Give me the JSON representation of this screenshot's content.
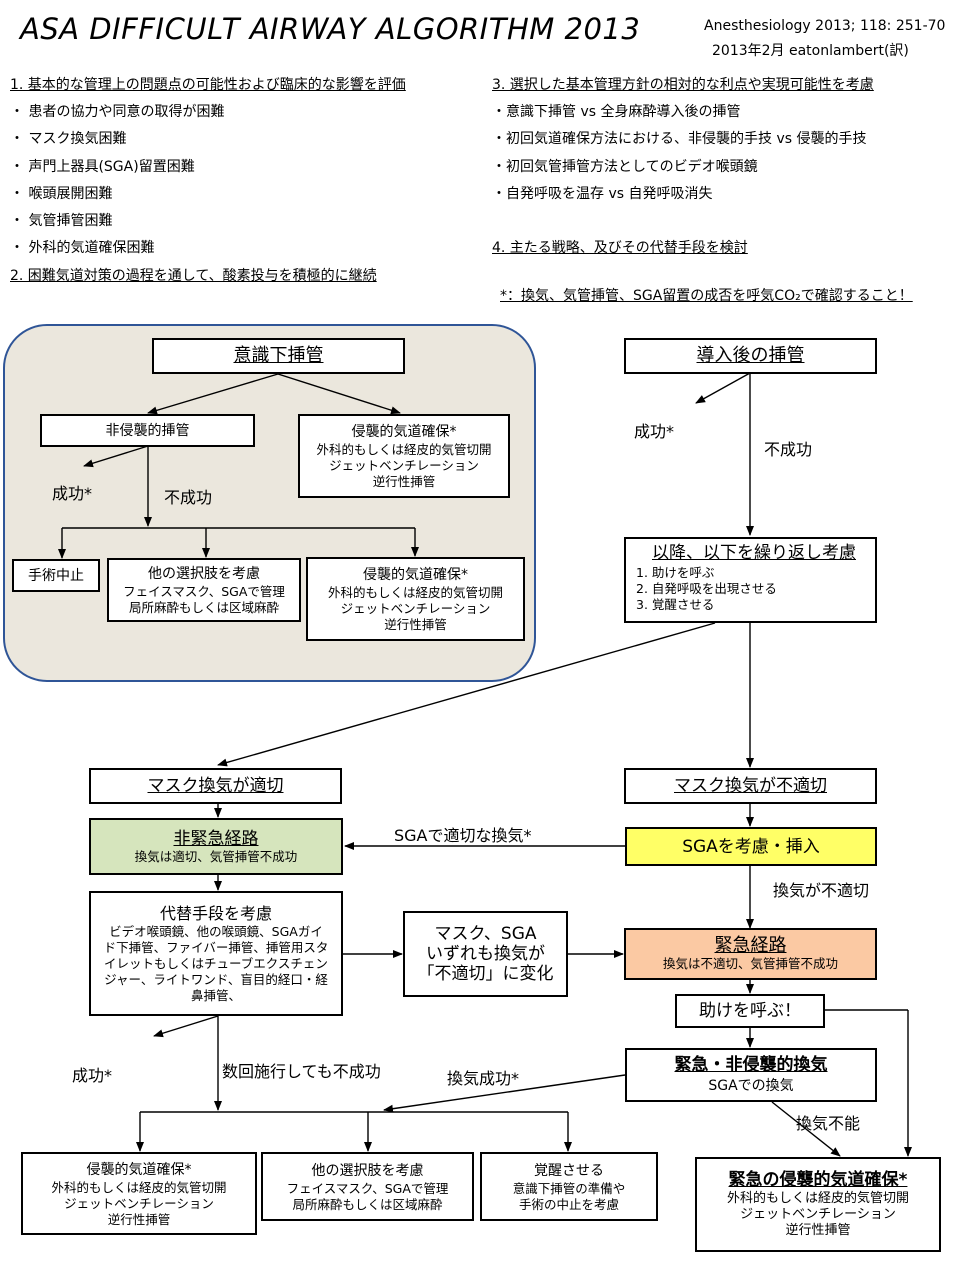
{
  "header": {
    "title": "ASA DIFFICULT AIRWAY ALGORITHM 2013",
    "citation": "Anesthesiology 2013; 118: 251-70",
    "translator": "2013年2月 eatonlambert(訳)"
  },
  "intro": {
    "item1": "1. 基本的な管理上の問題点の可能性および臨床的な影響を評価",
    "bullets1": [
      "患者の協力や同意の取得が困難",
      "マスク換気困難",
      "声門上器具(SGA)留置困難",
      "喉頭展開困難",
      "気管挿管困難",
      "外科的気道確保困難"
    ],
    "bullet_mark": "・",
    "item2": "2. 困難気道対策の過程を通して、酸素投与を積極的に継続",
    "item3": "3. 選択した基本管理方針の相対的な利点や実現可能性を考慮",
    "bullets3": [
      "・意識下挿管 vs 全身麻酔導入後の挿管",
      "・初回気道確保方法における、非侵襲的手技 vs 侵襲的手技",
      "・初回気管挿管方法としてのビデオ喉頭鏡",
      "・自発呼吸を温存 vs 自発呼吸消失"
    ],
    "item4": "4. 主たる戦略、及びその代替手段を検討",
    "note": "*：換気、気管挿管、SGA留置の成否を呼気CO₂で確認すること！"
  },
  "awake": {
    "title": "意識下挿管",
    "noninvasive": "非侵襲的挿管",
    "invasive_title": "侵襲的気道確保*",
    "invasive_lines": [
      "外科的もしくは経皮的気管切開",
      "ジェットベンチレーション",
      "逆行性挿管"
    ],
    "success": "成功*",
    "fail": "不成功",
    "cancel": "手術中止",
    "other_title": "他の選択肢を考慮",
    "other_lines": [
      "フェイスマスク、SGAで管理",
      "局所麻酔もしくは区域麻酔"
    ],
    "invasive2_title": "侵襲的気道確保*",
    "invasive2_lines": [
      "外科的もしくは経皮的気管切開",
      "ジェットベンチレーション",
      "逆行性挿管"
    ]
  },
  "induction": {
    "title": "導入後の挿管",
    "success": "成功*",
    "fail": "不成功",
    "repeat_title": "以降、以下を繰り返し考慮",
    "repeat_items": [
      "1. 助けを呼ぶ",
      "2. 自発呼吸を出現させる",
      "3. 覚醒させる"
    ]
  },
  "mask_ok": "マスク換気が適切",
  "mask_ng": "マスク換気が不適切",
  "nonemergency": {
    "title": "非緊急経路",
    "sub": "換気は適切、気管挿管不成功"
  },
  "sga_adequate": "SGAで適切な換気*",
  "sga_box": "SGAを考慮・挿入",
  "vent_inadequate": "換気が不適切",
  "alt": {
    "title": "代替手段を考慮",
    "lines": [
      "ビデオ喉頭鏡、他の喉頭鏡、SGAガイ",
      "ド下挿管、ファイバー挿管、挿管用スタ",
      "イレットもしくはチューブエクスチェン",
      "ジャー、ライトワンド、盲目的経口・経",
      "鼻挿管、"
    ]
  },
  "change_lines": [
    "マスク、SGA",
    "いずれも換気が",
    "「不適切」に変化"
  ],
  "emergency": {
    "title": "緊急経路",
    "sub": "換気は不適切、気管挿管不成功"
  },
  "help": "助けを呼ぶ！",
  "emerg_noninv": {
    "title": "緊急・非侵襲的換気",
    "sub": "SGAでの換気"
  },
  "success_left": "成功*",
  "repeated_fail": "数回施行しても不成功",
  "vent_success": "換気成功*",
  "vent_fail": "換気不能",
  "bottom": {
    "invasive_title": "侵襲的気道確保*",
    "invasive_lines": [
      "外科的もしくは経皮的気管切開",
      "ジェットベンチレーション",
      "逆行性挿管"
    ],
    "other_title": "他の選択肢を考慮",
    "other_lines": [
      "フェイスマスク、SGAで管理",
      "局所麻酔もしくは区域麻酔"
    ],
    "awaken_title": "覚醒させる",
    "awaken_lines": [
      "意識下挿管の準備や",
      "手術の中止を考慮"
    ],
    "emerg_invasive_title": "緊急の侵襲的気道確保*",
    "emerg_invasive_lines": [
      "外科的もしくは経皮的気管切開",
      "ジェットベンチレーション",
      "逆行性挿管"
    ]
  }
}
